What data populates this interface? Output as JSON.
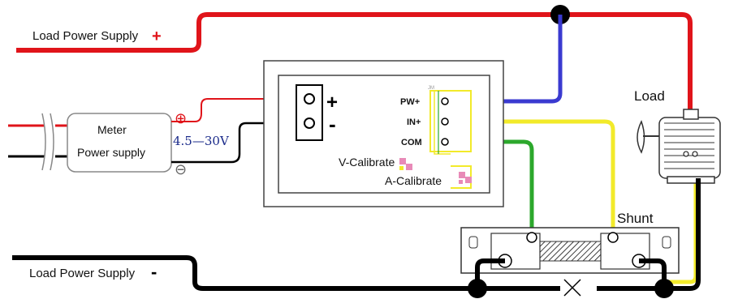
{
  "supply_top": {
    "label": "Load Power Supply",
    "sign": "+"
  },
  "supply_bottom": {
    "label": "Load Power Supply",
    "sign": "-"
  },
  "meter_psu": {
    "line1": "Meter",
    "line2": "Power supply",
    "plus_symbol": "⊕",
    "minus_symbol": "⊖",
    "voltage_range": "4.5—30V"
  },
  "meter": {
    "terminal_plus": "+",
    "terminal_minus": "-",
    "pins": [
      "PW+",
      "IN+",
      "COM"
    ],
    "tiny_mark": "JM",
    "v_calibrate": "V-Calibrate",
    "a_calibrate": "A-Calibrate"
  },
  "load": {
    "label": "Load"
  },
  "shunt": {
    "label": "Shunt"
  },
  "colors": {
    "red": "#e0141a",
    "black": "#000000",
    "blue": "#3a3ad0",
    "yellow": "#f2ea2a",
    "green": "#2ca82c",
    "pink": "#e88ab8"
  }
}
